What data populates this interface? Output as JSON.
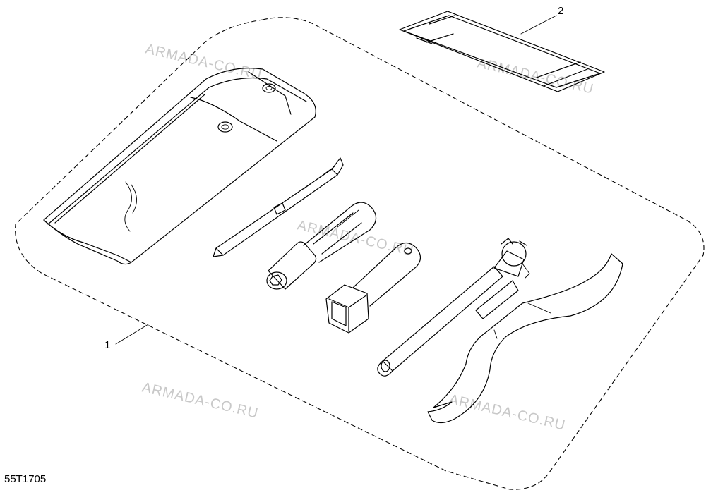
{
  "figure_code": "55T1705",
  "watermark": "ARMADA-CO.RU",
  "callouts": [
    {
      "id": "1",
      "label": "1"
    },
    {
      "id": "2",
      "label": "2"
    }
  ],
  "colors": {
    "line": "#000000",
    "watermark": "#c8c8c8",
    "background": "#ffffff"
  }
}
